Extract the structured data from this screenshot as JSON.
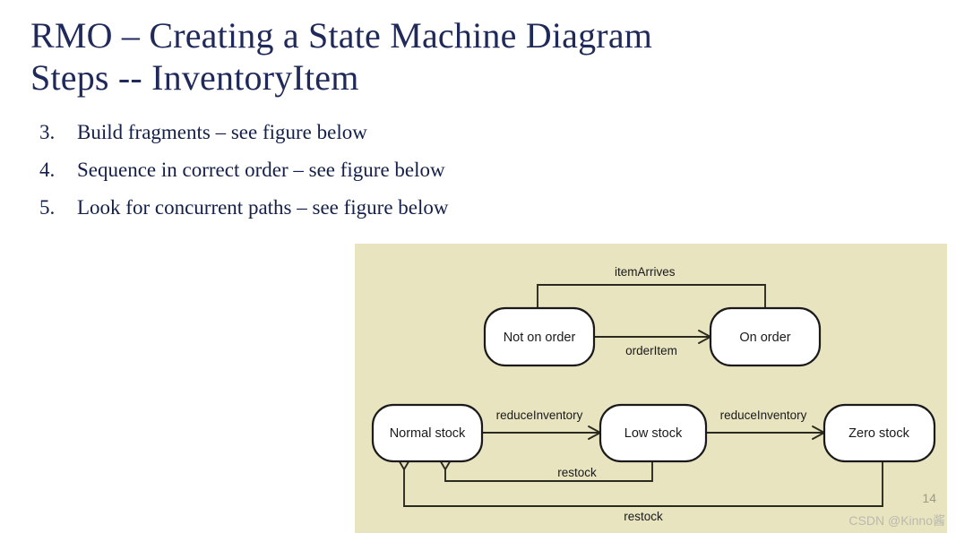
{
  "slide": {
    "title_line1": "RMO – Creating a State Machine Diagram",
    "title_line2": "Steps -- InventoryItem",
    "title_color": "#1f2a5a",
    "number": "14",
    "watermark": "CSDN @Kinno酱"
  },
  "steps": [
    {
      "num": "3.",
      "text": "Build fragments – see figure below"
    },
    {
      "num": "4.",
      "text": "Sequence in correct order – see figure below"
    },
    {
      "num": "5.",
      "text": "Look for concurrent paths – see figure below"
    }
  ],
  "diagram": {
    "background_color": "#e8e4c0",
    "state_fill": "#ffffff",
    "line_color": "#2a2a20",
    "states": [
      {
        "id": "not-on-order",
        "label": "Not on order"
      },
      {
        "id": "on-order",
        "label": "On order"
      },
      {
        "id": "normal-stock",
        "label": "Normal stock"
      },
      {
        "id": "low-stock",
        "label": "Low stock"
      },
      {
        "id": "zero-stock",
        "label": "Zero stock"
      }
    ],
    "transitions": [
      {
        "id": "order-item",
        "label": "orderItem",
        "from": "not-on-order",
        "to": "on-order"
      },
      {
        "id": "item-arrives",
        "label": "itemArrives",
        "from": "on-order",
        "to": "not-on-order"
      },
      {
        "id": "reduce-inventory-1",
        "label": "reduceInventory",
        "from": "normal-stock",
        "to": "low-stock"
      },
      {
        "id": "reduce-inventory-2",
        "label": "reduceInventory",
        "from": "low-stock",
        "to": "zero-stock"
      },
      {
        "id": "restock-1",
        "label": "restock",
        "from": "low-stock",
        "to": "normal-stock"
      },
      {
        "id": "restock-2",
        "label": "restock",
        "from": "zero-stock",
        "to": "normal-stock"
      }
    ]
  }
}
